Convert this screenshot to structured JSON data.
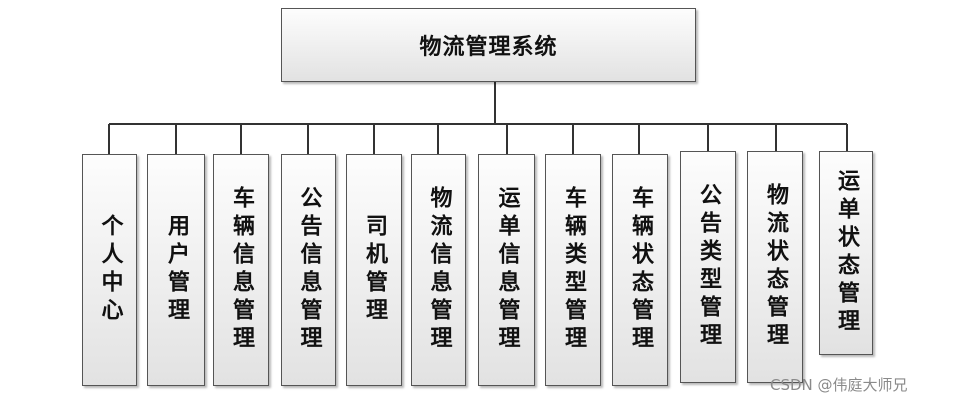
{
  "root": {
    "title": "物流管理系统"
  },
  "modules": [
    {
      "label": "个人中心"
    },
    {
      "label": "用户管理"
    },
    {
      "label": "车辆信息管理"
    },
    {
      "label": "公告信息管理"
    },
    {
      "label": "司机管理"
    },
    {
      "label": "物流信息管理"
    },
    {
      "label": "运单信息管理"
    },
    {
      "label": "车辆类型管理"
    },
    {
      "label": "车辆状态管理"
    },
    {
      "label": "公告类型管理"
    },
    {
      "label": "物流状态管理"
    },
    {
      "label": "运单状态管理"
    }
  ],
  "watermark": "CSDN @伟庭大师兄"
}
